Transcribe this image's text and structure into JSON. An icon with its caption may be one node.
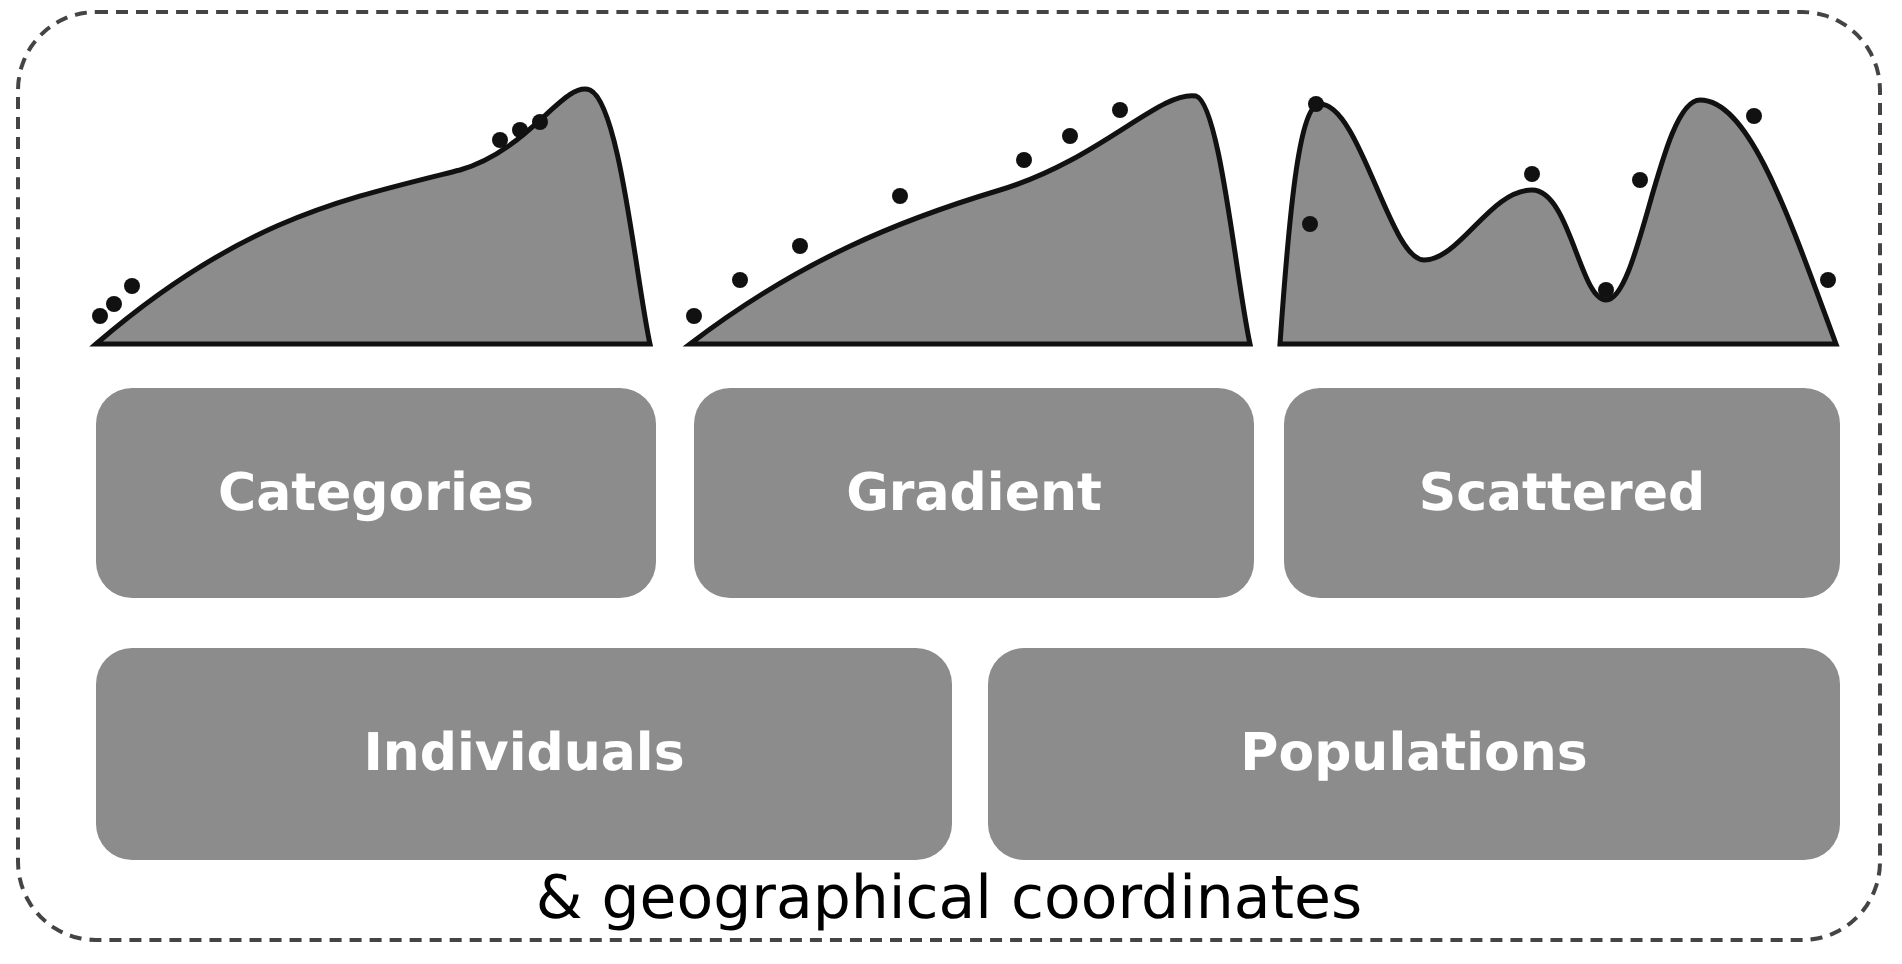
{
  "diagram": {
    "nodes": [
      {
        "text": [
          "& geographical coordinates"
        ]
      },
      {
        "text": [
          "Categories"
        ],
        "in": 0
      },
      {
        "text": [
          "Gradient"
        ],
        "in": 0
      },
      {
        "text": [
          "Scattered"
        ],
        "in": 0
      },
      {
        "text": [
          "Individuals"
        ],
        "in": 0
      },
      {
        "text": [
          "Populations"
        ],
        "in": 0
      }
    ],
    "edges": []
  }
}
